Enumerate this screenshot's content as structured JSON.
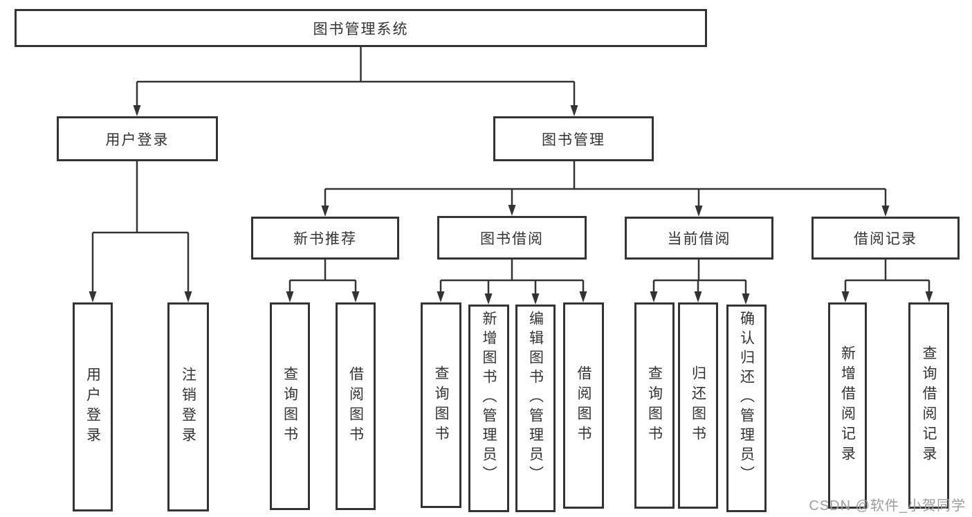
{
  "colors": {
    "background": "#ffffff",
    "box_border": "#333333",
    "line": "#333333",
    "text": "#333333",
    "watermark": "#9c9c9c"
  },
  "watermark": {
    "text": "CSDN @软件_小贺同学"
  },
  "tree": {
    "root": {
      "label": "图书管理系统"
    },
    "branches": [
      {
        "label": "用户登录",
        "children": [
          {
            "label": "用户登录"
          },
          {
            "label": "注销登录"
          }
        ]
      },
      {
        "label": "图书管理",
        "children": [
          {
            "label": "新书推荐",
            "children": [
              {
                "label": "查询图书"
              },
              {
                "label": "借阅图书"
              }
            ]
          },
          {
            "label": "图书借阅",
            "children": [
              {
                "label": "查询图书"
              },
              {
                "label": "新增图书（管理员）"
              },
              {
                "label": "编辑图书（管理员）"
              },
              {
                "label": "借阅图书"
              }
            ]
          },
          {
            "label": "当前借阅",
            "children": [
              {
                "label": "查询图书"
              },
              {
                "label": "归还图书"
              },
              {
                "label": "确认归还（管理员）"
              }
            ]
          },
          {
            "label": "借阅记录",
            "children": [
              {
                "label": "新增借阅记录"
              },
              {
                "label": "查询借阅记录"
              }
            ]
          }
        ]
      }
    ]
  }
}
